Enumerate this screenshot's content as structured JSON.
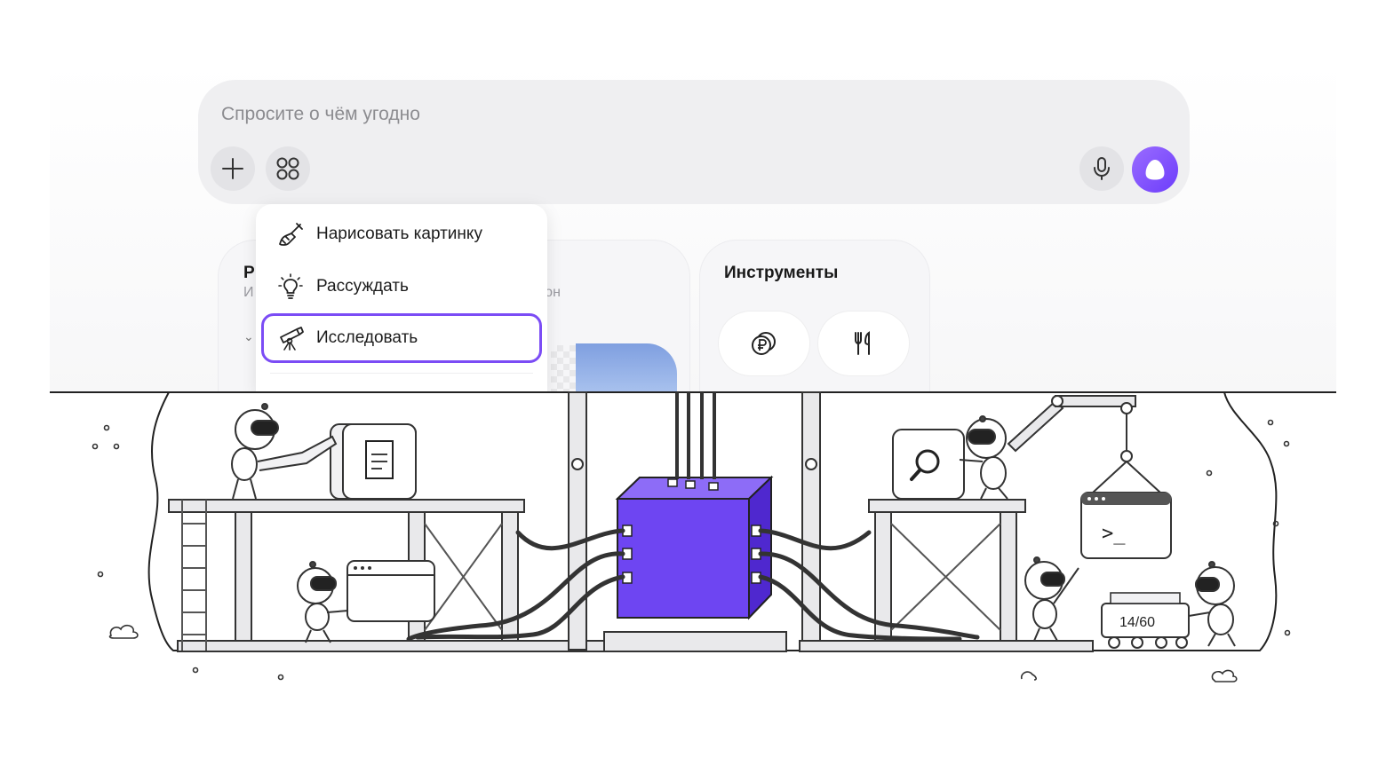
{
  "search": {
    "placeholder": "Спросите о чём угодно"
  },
  "toolbar": {
    "add_icon": "plus-icon",
    "apps_icon": "apps-grid-icon",
    "mic_icon": "microphone-icon",
    "assistant_icon": "alice-icon",
    "assistant_color": "#7b4cf5"
  },
  "menu": {
    "items": [
      {
        "label": "Нарисовать картинку",
        "icon": "brush-icon",
        "selected": false
      },
      {
        "label": "Рассуждать",
        "icon": "lightbulb-icon",
        "selected": false
      },
      {
        "label": "Исследовать",
        "icon": "telescope-icon",
        "selected": true
      }
    ],
    "highlight_color": "#7b4cf5"
  },
  "cards": {
    "left": {
      "title_fragment": "Р",
      "subtitle_fragment": "И",
      "subtitle_tail": "фон"
    },
    "tools": {
      "title": "Инструменты",
      "chips": [
        {
          "icon": "ruble-coins-icon"
        },
        {
          "icon": "fork-knife-icon"
        }
      ]
    }
  },
  "illustration": {
    "cart_label": "14/60",
    "terminal_prompt": ">_",
    "cube_color": "#6e45f2"
  }
}
